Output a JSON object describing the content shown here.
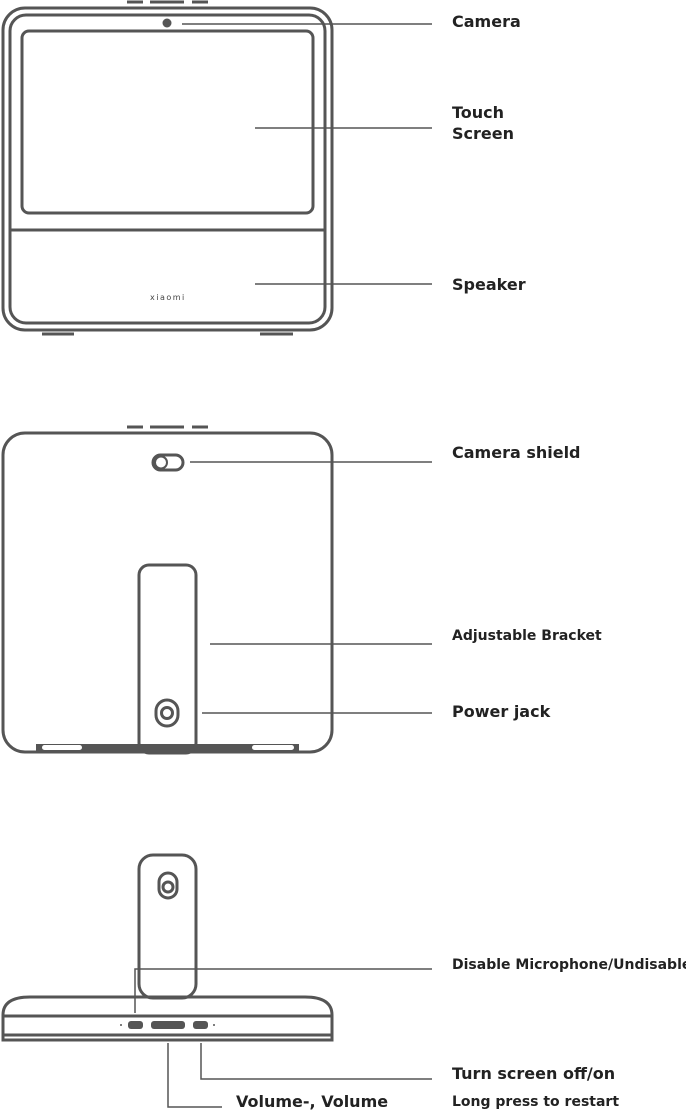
{
  "front_view": {
    "brand_logo": "xiaomi",
    "labels": {
      "camera": "Camera",
      "touch_screen_line1": "Touch",
      "touch_screen_line2": "Screen",
      "speaker": "Speaker"
    }
  },
  "back_view": {
    "labels": {
      "camera_shield": "Camera shield",
      "adjustable_bracket": "Adjustable Bracket",
      "power_jack": "Power jack"
    }
  },
  "top_view": {
    "labels": {
      "microphone": "Disable Microphone/Undisable",
      "screen": "Turn screen off/on",
      "restart": "Long press to restart",
      "volume": "Volume-, Volume"
    }
  },
  "colors": {
    "stroke": "#555555",
    "text": "#222222"
  }
}
